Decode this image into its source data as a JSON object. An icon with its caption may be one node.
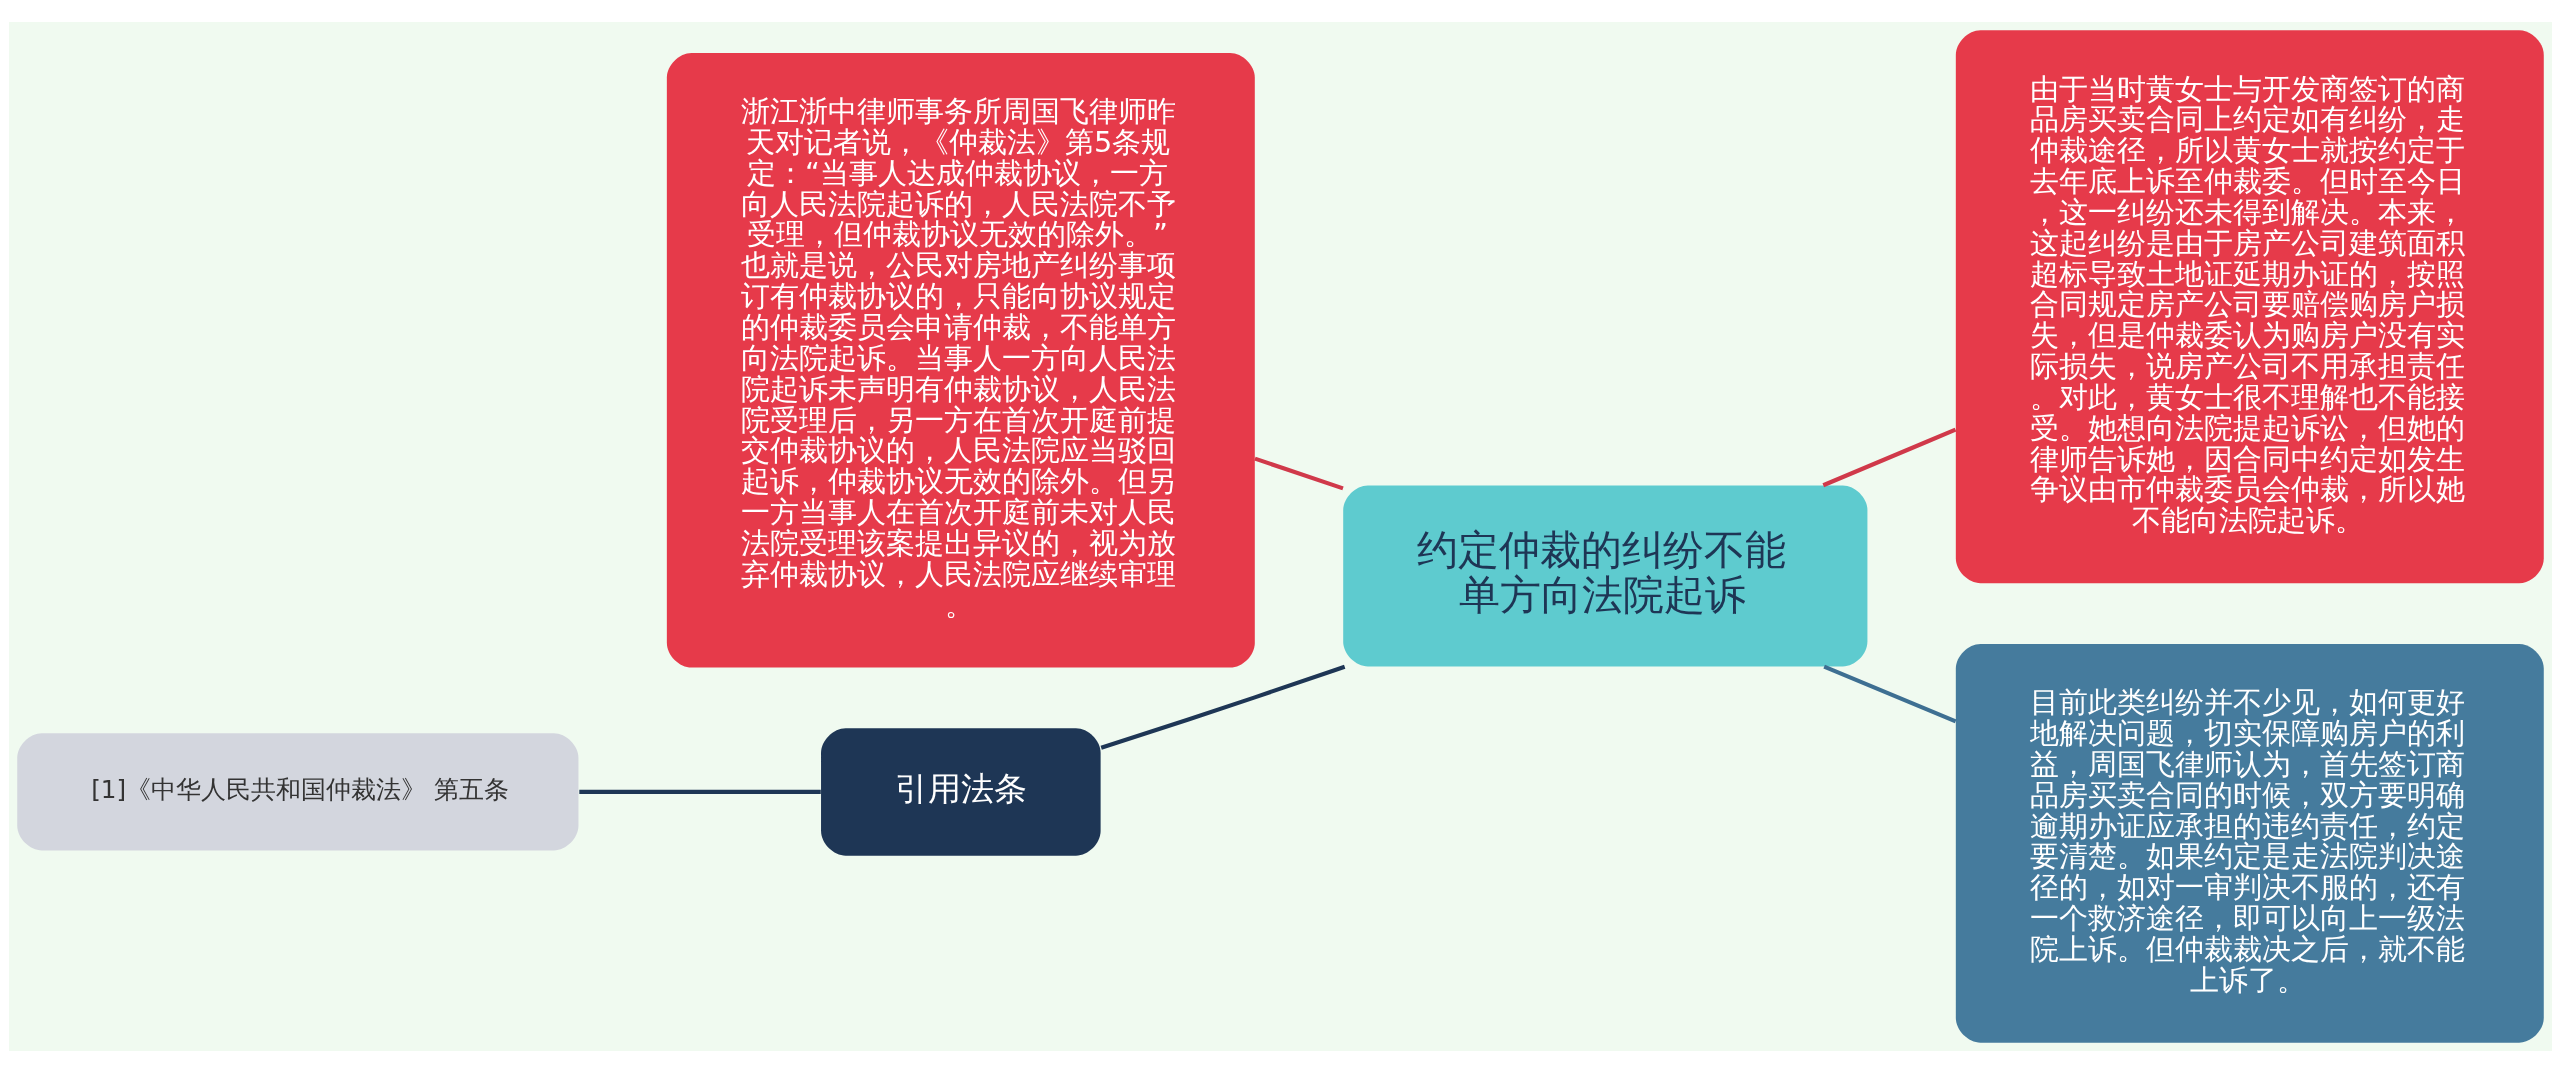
{
  "diagram": {
    "nodes": [
      {
        "text": [
          "约定仲裁的纠纷不能单方向法院起诉"
        ]
      },
      {
        "text": [
          "浙江浙中律师事务所周国飞律师昨天对记者说，《仲裁法》第5条规定：“当事人达成仲裁协议，一方向人民法院起诉的，人民法院不予受理，但仲裁协议无效的除外。”也就是说，公民对房地产纠纷事项订有仲裁协议的，只能向协议规定的仲裁委员会申请仲裁，不能单方向法院起诉。当事人一方向人民法院起诉未声明有仲裁协议，人民法院受理后，另一方在首次开庭前提交仲裁协议的，人民法院应当驳回起诉，仲裁协议无效的除外。但另一方当事人在首次开庭前未对人民法院受理该案提出异议的，视为放弃仲裁协议，人民法院应继续审理。"
        ]
      },
      {
        "text": [
          "引用法条"
        ]
      },
      {
        "text": [
          "[1]《中华人民共和国仲裁法》 第五条"
        ]
      },
      {
        "text": [
          "由于当时黄女士与开发商签订的商品房买卖合同上约定如有纠纷，走仲裁途径，所以黄女士就按约定于去年底上诉至仲裁委。但时至今日，这一纠纷还未得到解决。本来，这起纠纷是由于房产公司建筑面积超标导致土地证延期办证的，按照合同规定房产公司要赔偿购房户损失，但是仲裁委认为购房户没有实际损失，说房产公司不用承担责任。对此，黄女士很不理解也不能接受。她想向法院提起诉讼，但她的律师告诉她，因合同中约定如发生争议由市仲裁委员会仲裁，所以她不能向法院起诉。"
        ]
      },
      {
        "text": [
          "目前此类纠纷并不少见，如何更好地解决问题，切实保障购房户的利益，周国飞律师认为，首先签订商品房买卖合同的时候，双方要明确逾期办证应承担的违约责任，约定要清楚。如果约定是走法院判决途径的，如对一审判决不服的，还有一个救济途径，即可以向上一级法院上诉。但仲裁裁决之后，就不能上诉了。"
        ]
      }
    ],
    "edges": [
      {
        "from": 0,
        "to": 1,
        "arrow": "none",
        "color": "#d0394a"
      },
      {
        "from": 0,
        "to": 2,
        "arrow": "none",
        "color": "#1e3655"
      },
      {
        "from": 2,
        "to": 3,
        "arrow": "none",
        "color": "#1e3655"
      },
      {
        "from": 0,
        "to": 4,
        "arrow": "none",
        "color": "#d0394a"
      },
      {
        "from": 0,
        "to": 5,
        "arrow": "none",
        "color": "#3e6f92"
      }
    ]
  }
}
